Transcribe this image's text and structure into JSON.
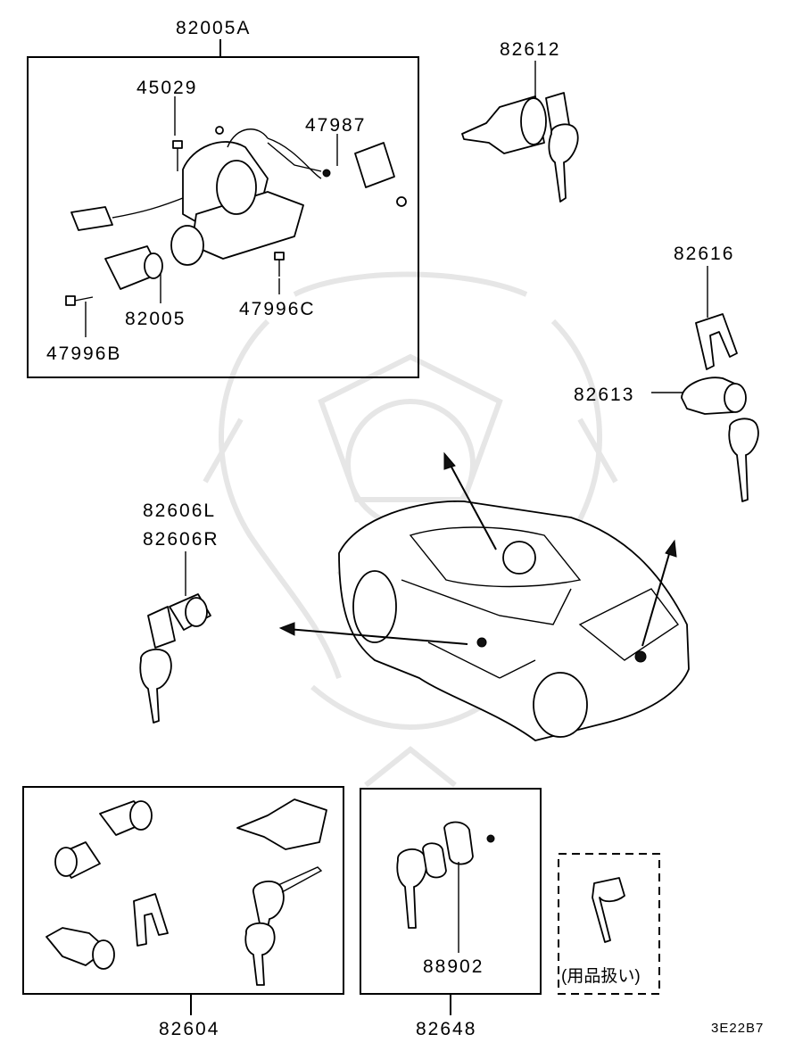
{
  "diagram": {
    "labels": {
      "assembly_82005A": "82005A",
      "p45029": "45029",
      "p47987": "47987",
      "p82005": "82005",
      "p47996C": "47996C",
      "p47996B": "47996B",
      "p82612": "82612",
      "p82616": "82616",
      "p82613": "82613",
      "p82606L": "82606L",
      "p82606R": "82606R",
      "set_82604": "82604",
      "set_82648": "82648",
      "p88902": "88902",
      "accessory_note": "(用品扱い)",
      "figure_code": "3E22B7"
    }
  }
}
